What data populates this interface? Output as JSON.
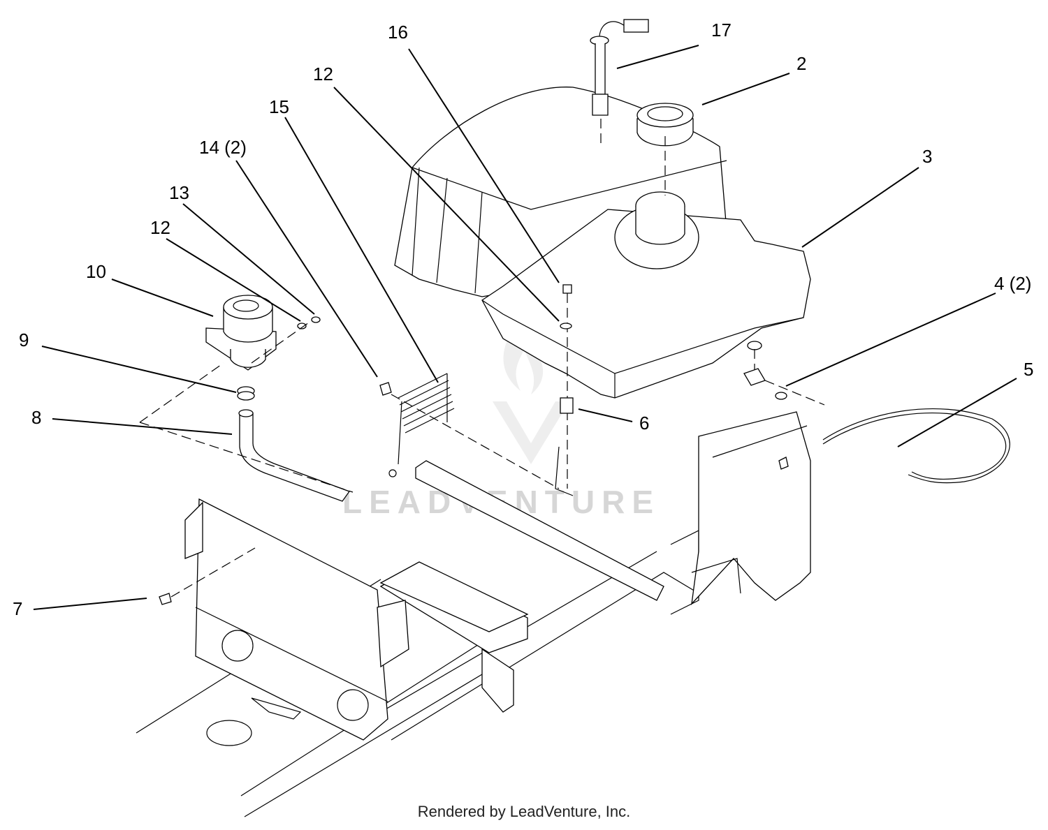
{
  "callouts": [
    {
      "id": "c17",
      "text": "17"
    },
    {
      "id": "c2",
      "text": "2"
    },
    {
      "id": "c16",
      "text": "16"
    },
    {
      "id": "c12a",
      "text": "12"
    },
    {
      "id": "c15",
      "text": "15"
    },
    {
      "id": "c3",
      "text": "3"
    },
    {
      "id": "c14",
      "text": "14 (2)"
    },
    {
      "id": "c13",
      "text": "13"
    },
    {
      "id": "c12b",
      "text": "12"
    },
    {
      "id": "c10",
      "text": "10"
    },
    {
      "id": "c4",
      "text": "4 (2)"
    },
    {
      "id": "c9",
      "text": "9"
    },
    {
      "id": "c5",
      "text": "5"
    },
    {
      "id": "c8",
      "text": "8"
    },
    {
      "id": "c6",
      "text": "6"
    },
    {
      "id": "c7",
      "text": "7"
    }
  ],
  "watermark": "LEADVENTURE",
  "footer": "Rendered by LeadVenture, Inc."
}
